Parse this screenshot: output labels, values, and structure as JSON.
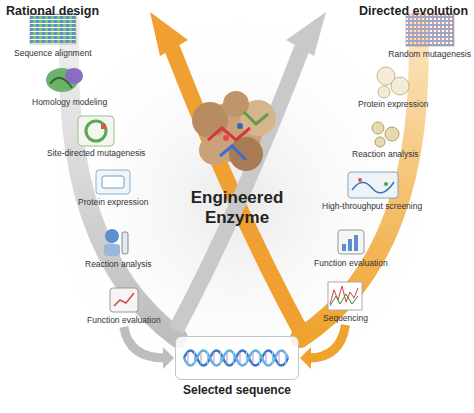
{
  "diagram": {
    "nodes": [
      {
        "text": [
          "Sequence alignment"
        ]
      },
      {
        "text": [
          "Homology modeling"
        ]
      },
      {
        "text": [
          "Site-directed mutagenesis"
        ]
      },
      {
        "text": [
          "Protein expression"
        ]
      },
      {
        "text": [
          "Reaction analysis"
        ]
      },
      {
        "text": [
          "Function evaluation"
        ]
      },
      {
        "text": [
          "Random mutagenesis"
        ]
      },
      {
        "text": [
          "Protein expression"
        ]
      },
      {
        "text": [
          "Reaction analysis"
        ]
      },
      {
        "text": [
          "High-throughput screening"
        ]
      },
      {
        "text": [
          "Function evaluation"
        ]
      },
      {
        "text": [
          "Sequencing"
        ]
      },
      {
        "text": [
          "Engineered Enzyme"
        ]
      },
      {
        "text": [
          "Selected sequence"
        ]
      }
    ],
    "edges": [
      {
        "from": 5,
        "to": 13,
        "arrow": "to"
      },
      {
        "from": 11,
        "to": 13,
        "arrow": "to"
      }
    ],
    "labels": [
      "Rational design",
      "Directed evolution"
    ]
  }
}
